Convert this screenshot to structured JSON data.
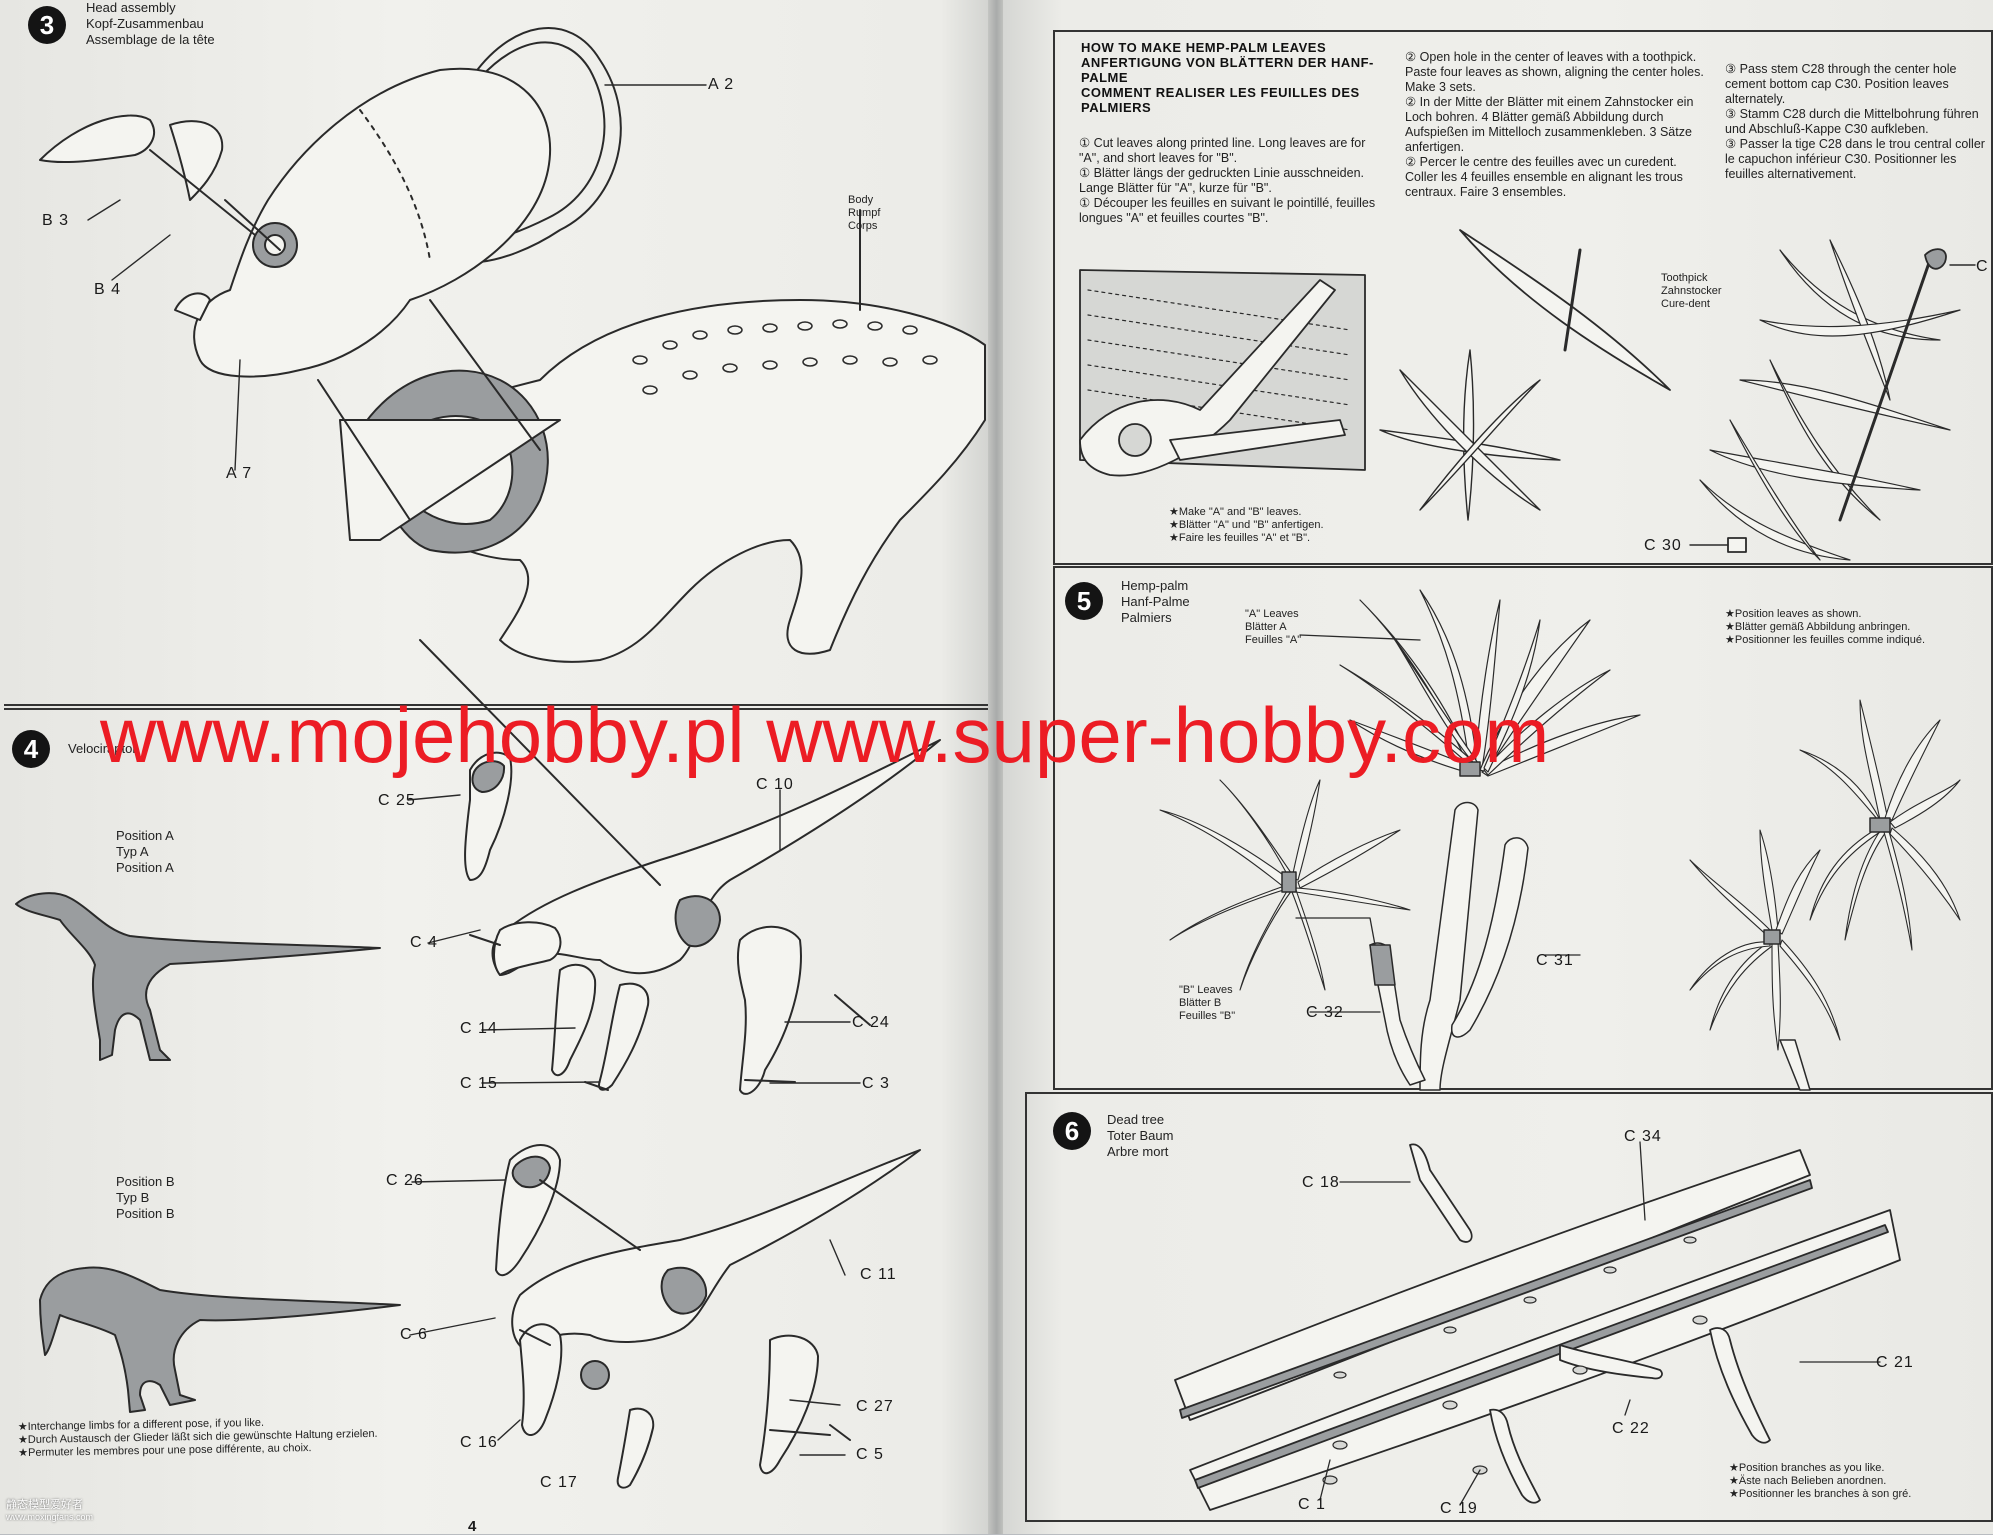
{
  "left": {
    "step3": {
      "number": "3",
      "title": [
        "Head assembly",
        "Kopf-Zusammenbau",
        "Assemblage de la tête"
      ],
      "labels": {
        "a2": "A 2",
        "b3": "B 3",
        "b4": "B 4",
        "a7": "A 7"
      },
      "body_label": [
        "Body",
        "Rumpf",
        "Corps"
      ]
    },
    "step4": {
      "number": "4",
      "title": "Velociraptor",
      "position_a": [
        "Position A",
        "Typ A",
        "Position A"
      ],
      "position_b": [
        "Position B",
        "Typ B",
        "Position B"
      ],
      "labels": {
        "c25": "C 25",
        "c10": "C 10",
        "c4": "C 4",
        "c14": "C 14",
        "c24": "C 24",
        "c15": "C 15",
        "c3": "C 3",
        "c26": "C 26",
        "c11": "C 11",
        "c6": "C 6",
        "c27": "C 27",
        "c16": "C 16",
        "c5": "C 5",
        "c17": "C 17"
      },
      "notes": [
        "★Interchange limbs for a different pose, if you like.",
        "★Durch Austausch der Glieder läßt sich die gewünschte Haltung erzielen.",
        "★Permuter les membres pour une pose différente, au choix."
      ]
    },
    "page_number": "4",
    "corner_mark": [
      "静态模型爱好者",
      "www.moxingfans.com"
    ]
  },
  "right": {
    "hemp": {
      "heading": [
        "HOW TO MAKE HEMP-PALM LEAVES",
        "ANFERTIGUNG VON BLÄTTERN DER HANF-PALME",
        "COMMENT REALISER LES FEUILLES DES PALMIERS"
      ],
      "col1": [
        "① Cut leaves along printed line. Long leaves are for \"A\", and short leaves for \"B\".",
        "① Blätter längs der gedruckten Linie ausschneiden. Lange Blätter für \"A\", kurze für \"B\".",
        "① Découper les feuilles en suivant le pointillé, feuilles longues \"A\" et feuilles courtes \"B\"."
      ],
      "col2": [
        "② Open hole in the center of leaves with a toothpick. Paste four leaves as shown, aligning the center holes. Make 3 sets.",
        "② In der Mitte der Blätter mit einem Zahnstocker ein Loch bohren. 4 Blätter gemäß Abbildung durch Aufspießen im Mittelloch zusammenkleben. 3 Sätze anfertigen.",
        "② Percer le centre des feuilles avec un curedent. Coller les 4 feuilles ensemble en alignant les trous centraux. Faire 3 ensembles."
      ],
      "col3": [
        "③ Pass stem C28 through the center hole cement bottom cap C30. Position leaves alternately.",
        "③ Stamm C28 durch die Mittelbohrung führen und Abschluß-Kappe C30 aufkleben.",
        "③ Passer la tige C28 dans le trou central coller le capuchon inférieur C30. Positionner les feuilles alternativement."
      ],
      "toothpick": [
        "Toothpick",
        "Zahnstocker",
        "Cure-dent"
      ],
      "make_notes": [
        "★Make \"A\" and \"B\" leaves.",
        "★Blätter \"A\" und \"B\" anfertigen.",
        "★Faire les feuilles \"A\" et \"B\"."
      ],
      "labels": {
        "c": "C",
        "c30": "C 30"
      }
    },
    "step5": {
      "number": "5",
      "title": [
        "Hemp-palm",
        "Hanf-Palme",
        "Palmiers"
      ],
      "leaves_a": [
        "\"A\" Leaves",
        "Blätter A",
        "Feuilles \"A\""
      ],
      "leaves_b": [
        "\"B\" Leaves",
        "Blätter B",
        "Feuilles \"B\""
      ],
      "notes": [
        "★Position leaves as shown.",
        "★Blätter gemäß Abbildung anbringen.",
        "★Positionner les feuilles comme indiqué."
      ],
      "labels": {
        "c31": "C 31",
        "c32": "C 32"
      }
    },
    "step6": {
      "number": "6",
      "title": [
        "Dead tree",
        "Toter Baum",
        "Arbre mort"
      ],
      "labels": {
        "c34": "C 34",
        "c18": "C 18",
        "c21": "C 21",
        "c22": "C 22",
        "c1": "C 1",
        "c19": "C 19"
      },
      "notes": [
        "★Position branches as you like.",
        "★Äste nach Belieben anordnen.",
        "★Positionner les branches à son gré."
      ]
    }
  },
  "watermark": "www.mojehobby.pl www.super-hobby.com",
  "colors": {
    "watermark": "#ec1c24",
    "paper": "#eeeeea",
    "grey_part": "#9a9d9f"
  }
}
